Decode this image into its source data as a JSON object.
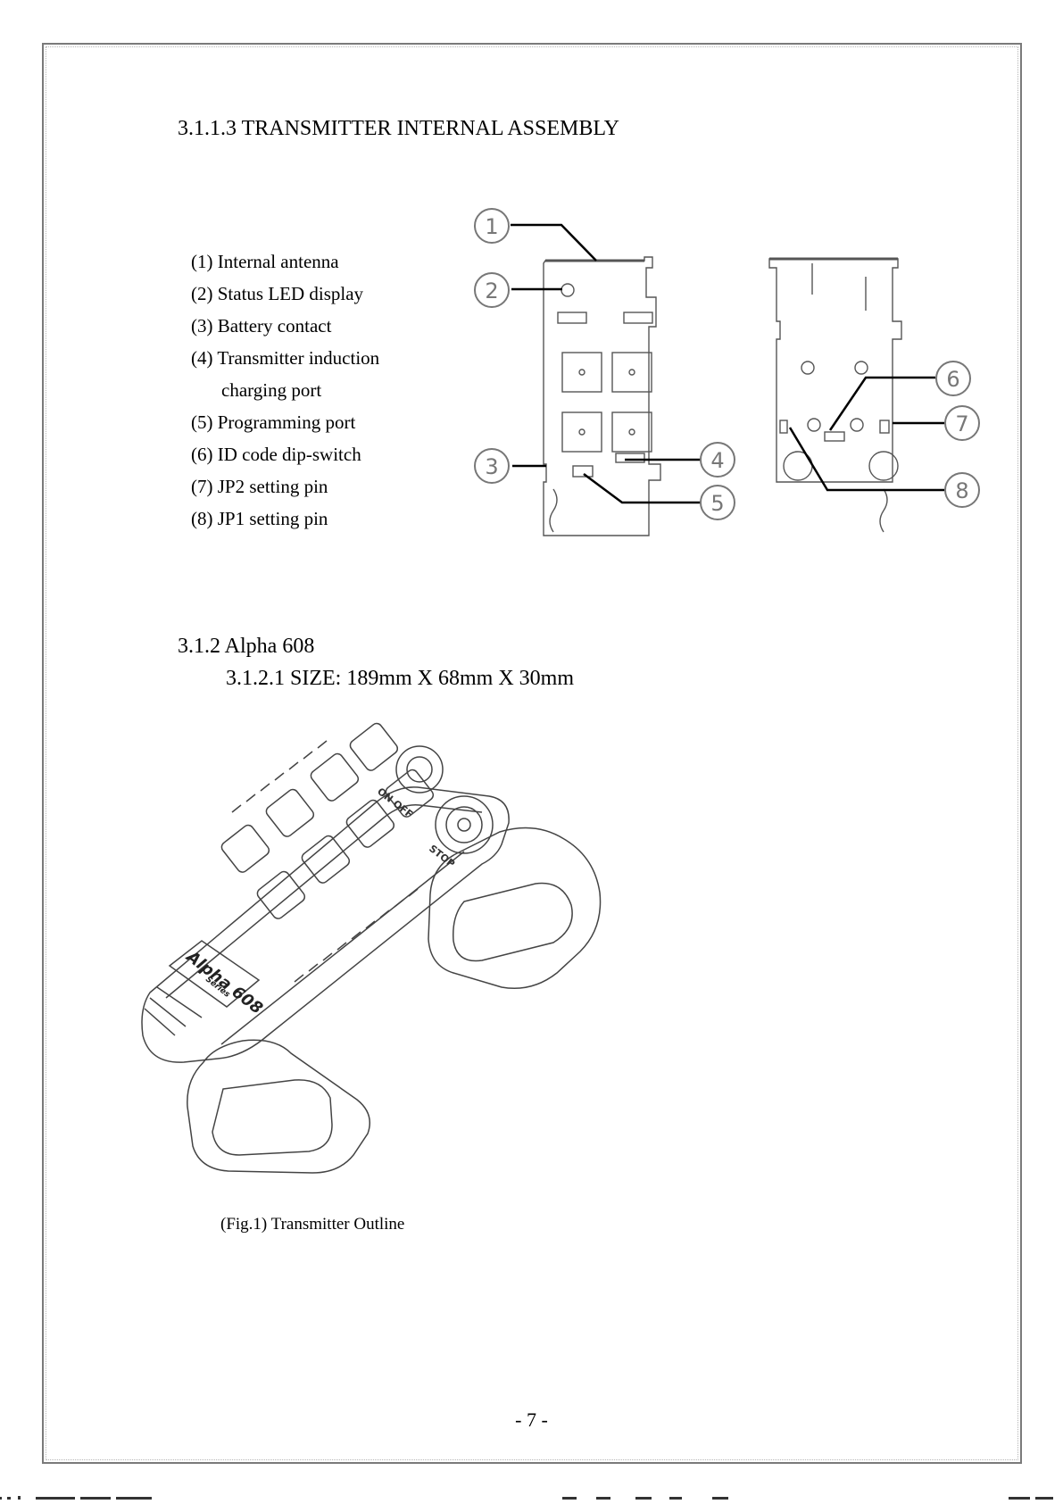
{
  "section": {
    "heading": "3.1.1.3 TRANSMITTER INTERNAL ASSEMBLY",
    "legend": [
      "(1) Internal antenna",
      "(2) Status LED display",
      "(3) Battery contact",
      "(4) Transmitter induction",
      "charging port",
      "(5) Programming port",
      "(6) ID code dip-switch",
      "(7) JP2 setting pin",
      "(8) JP1 setting pin"
    ],
    "callouts": [
      "1",
      "2",
      "3",
      "4",
      "5",
      "6",
      "7",
      "8"
    ]
  },
  "model": {
    "heading": "3.1.2 Alpha 608",
    "size": "3.1.2.1 SIZE: 189mm X 68mm X 30mm"
  },
  "device": {
    "switch_label": "ON OFF",
    "stop_label": "STOP",
    "brand_label": "Alpha 608",
    "series_label": "Series"
  },
  "figure": {
    "caption": "(Fig.1) Transmitter Outline"
  },
  "page": {
    "number": "- 7 -"
  }
}
